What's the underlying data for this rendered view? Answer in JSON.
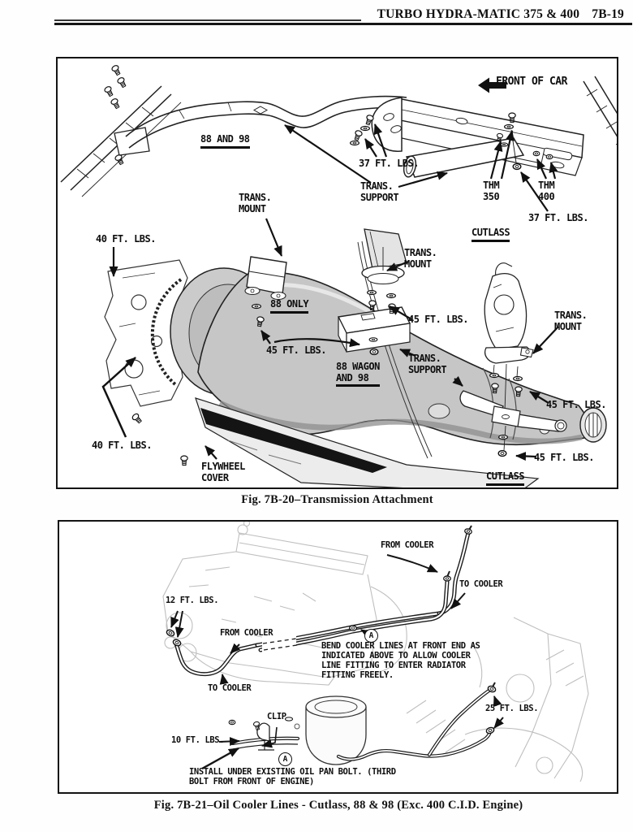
{
  "header": {
    "title": "TURBO HYDRA-MATIC 375 & 400",
    "page_number": "7B-19"
  },
  "fig1": {
    "caption": "Fig. 7B-20–Transmission Attachment",
    "labels": {
      "group_88_98": "88 AND 98",
      "torque_37_left": "37 FT. LBS.",
      "front_of_car": "FRONT OF CAR",
      "trans_support_left": "TRANS.\nSUPPORT",
      "thm_350": "THM\n350",
      "thm_400": "THM\n400",
      "torque_37_right": "37 FT. LBS.",
      "cutlass_upper": "CUTLASS",
      "torque_40_upper": "40 FT. LBS.",
      "trans_mount_left": "TRANS.\nMOUNT",
      "only_88": "88 ONLY",
      "torque_45_left": "45 FT. LBS.",
      "trans_mount_center": "TRANS.\nMOUNT",
      "torque_45_center": "45 FT. LBS.",
      "wagon_88_98": "88 WAGON\nAND 98",
      "trans_support_center": "TRANS.\nSUPPORT",
      "trans_mount_right": "TRANS.\nMOUNT",
      "torque_45_right_upper": "45 FT. LBS.",
      "torque_45_right_lower": "45 FT. LBS.",
      "cutlass_lower": "CUTLASS",
      "torque_40_lower": "40 FT. LBS.",
      "flywheel_cover": "FLYWHEEL\nCOVER"
    }
  },
  "fig2": {
    "caption": "Fig. 7B-21–Oil Cooler Lines - Cutlass, 88 & 98 (Exc. 400 C.I.D. Engine)",
    "labels": {
      "torque_12": "12 FT. LBS.",
      "from_cooler_left": "FROM COOLER",
      "to_cooler_left": "TO COOLER",
      "from_cooler_right": "FROM COOLER",
      "to_cooler_right": "TO COOLER",
      "marker_a": "A",
      "bend_note": "BEND COOLER LINES AT FRONT END AS\nINDICATED ABOVE TO ALLOW COOLER\nLINE FITTING TO ENTER RADIATOR\nFITTING FREELY.",
      "clip": "CLIP",
      "torque_10": "10 FT. LBS.",
      "install_note": "INSTALL UNDER EXISTING OIL PAN BOLT. (THIRD\nBOLT FROM FRONT OF ENGINE)",
      "torque_25": "25 FT. LBS."
    }
  },
  "colors": {
    "ink": "#1a1a1a",
    "paper": "#ffffff",
    "faint_line": "#bfbfbf",
    "shade_mid": "#c6c6c6",
    "shade_dark": "#9a9a9a"
  }
}
